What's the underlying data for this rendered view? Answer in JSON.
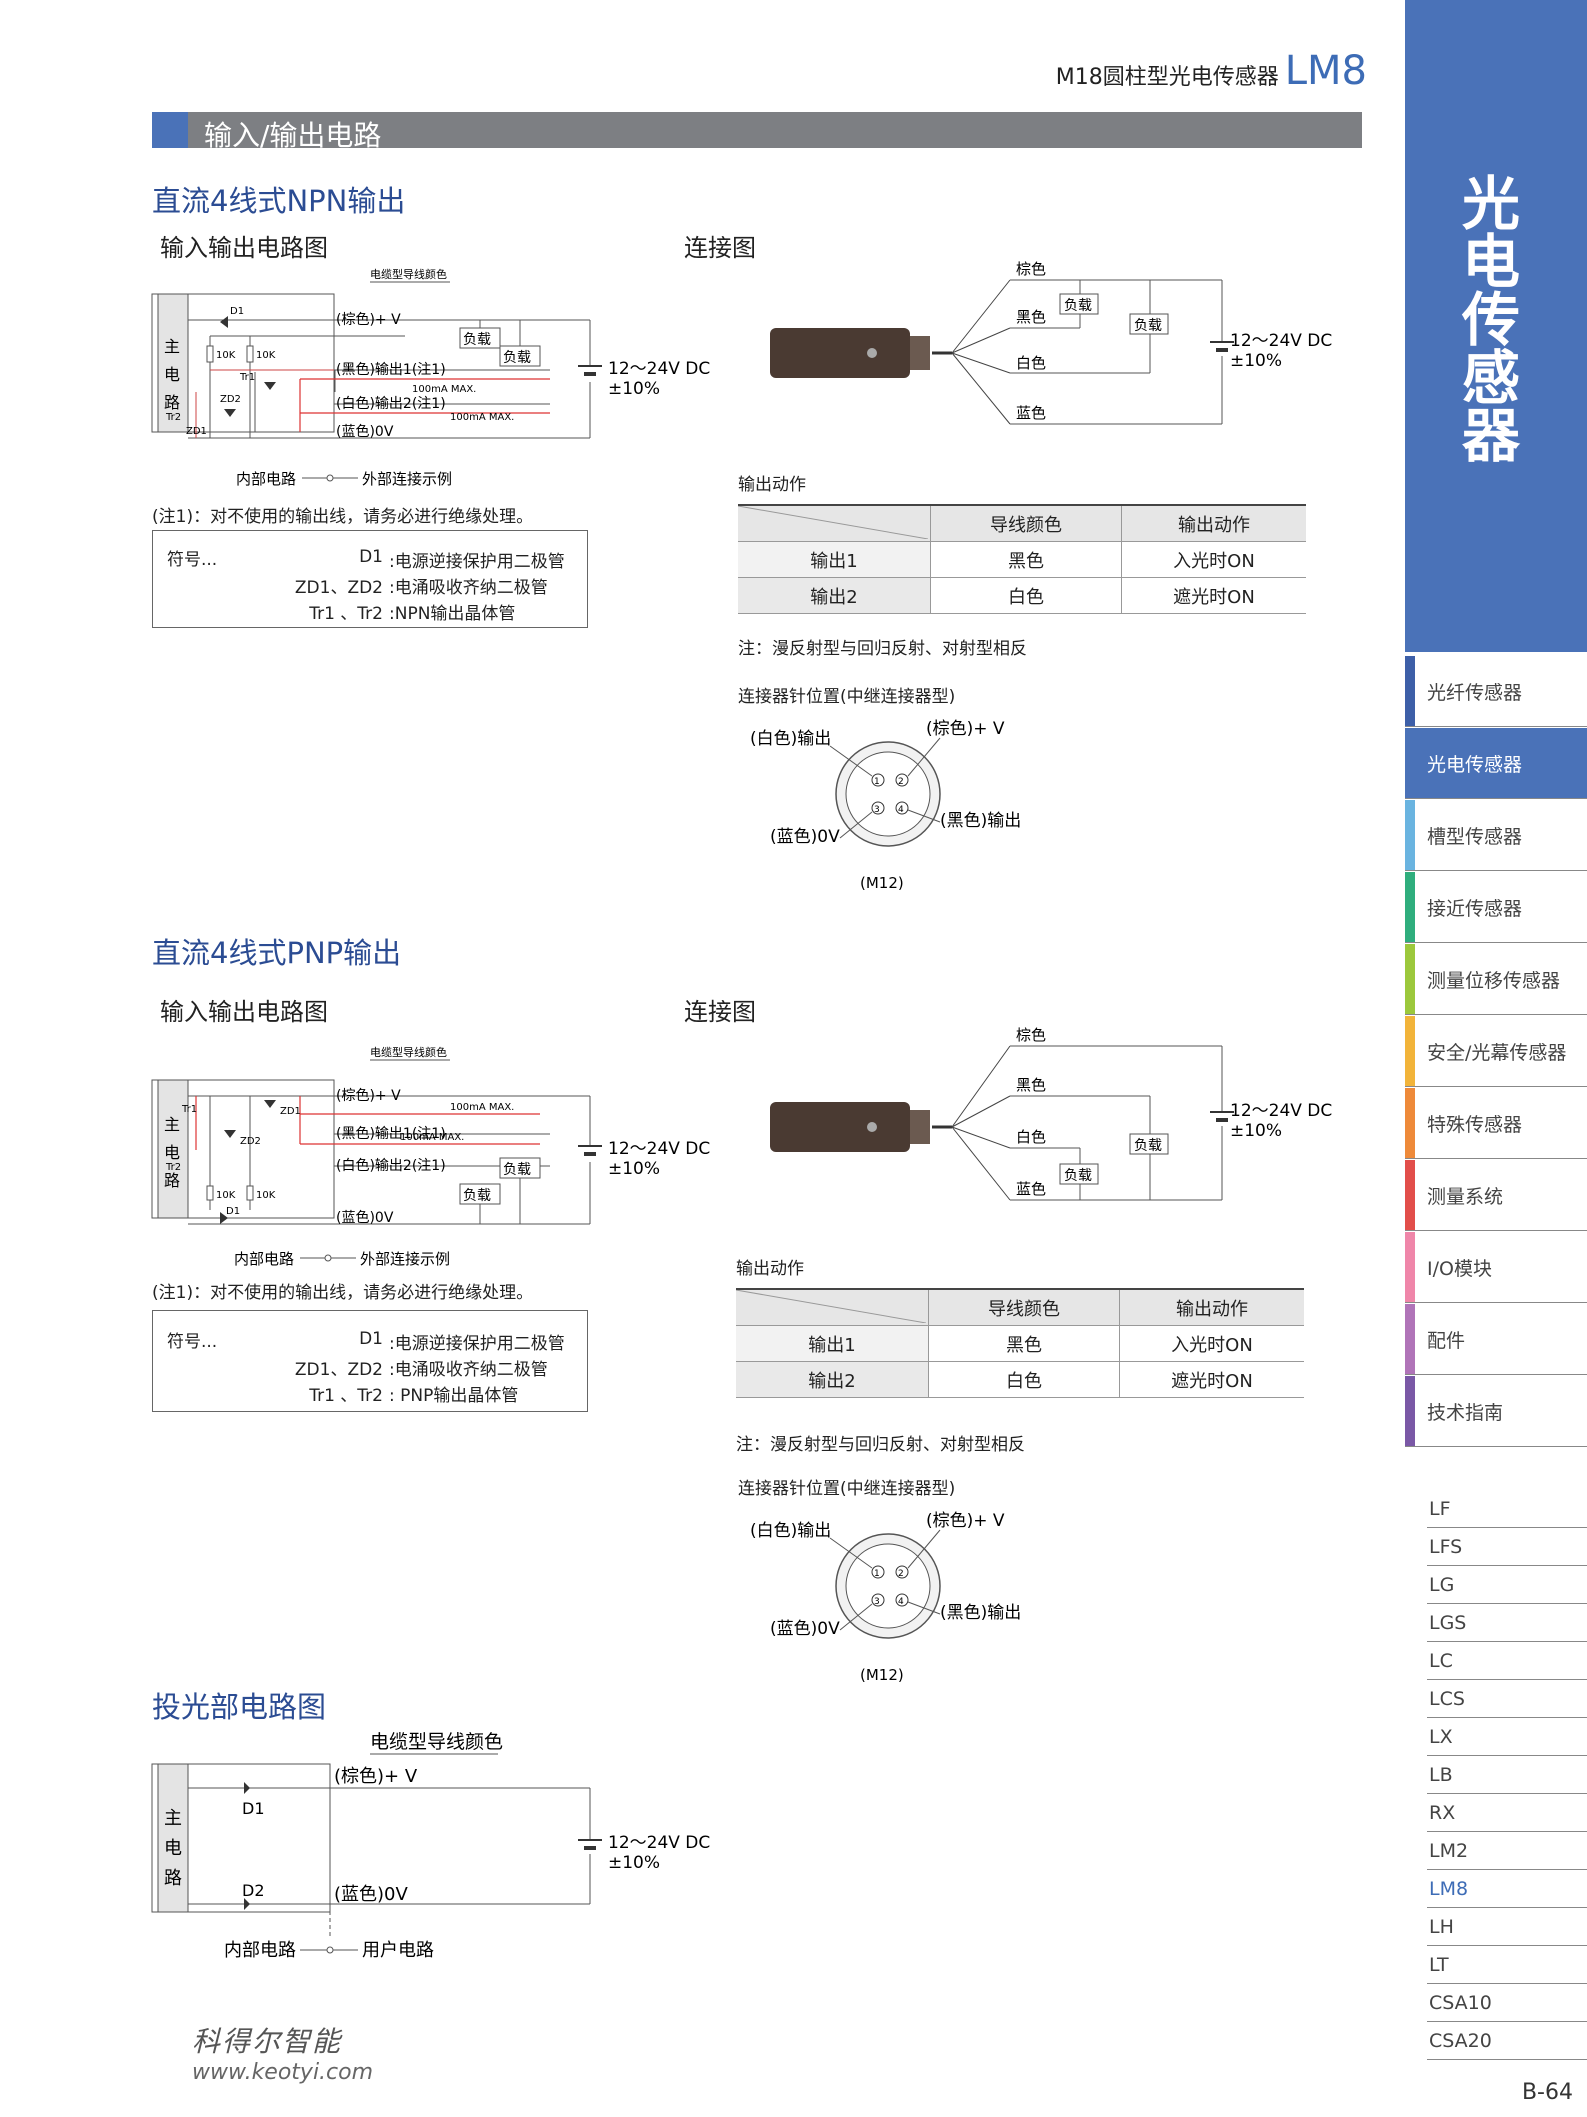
{
  "header": {
    "title_prefix": "M18圆柱型光电传感器",
    "title_model": "LM8"
  },
  "section": {
    "title": "输入/输出电路"
  },
  "npn": {
    "heading": "直流4线式NPN输出",
    "circuit_label": "输入输出电路图",
    "connection_label": "连接图",
    "circuit": {
      "cable_color_note": "电缆型导线颜色",
      "main": [
        "主",
        "电",
        "路"
      ],
      "brown": "(棕色)+ V",
      "black": "(黑色)输出1(注1)",
      "white": "(白色)输出2(注1)",
      "blue": "(蓝色)0V",
      "load": "负载",
      "ma1": "100mA MAX.",
      "ma2": "100mA MAX.",
      "supply_v": "12～24V DC",
      "supply_tol": "±10%",
      "d1": "D1",
      "zd1": "ZD1",
      "zd2": "ZD2",
      "tr1": "Tr1",
      "tr2": "Tr2",
      "r": "10K",
      "internal": "内部电路",
      "external": "外部连接示例"
    },
    "note1": "(注1)：对不使用的输出线，请务必进行绝缘处理。",
    "symbols": {
      "head": "符号...",
      "rows": [
        {
          "k": "D1",
          "v": ":电源逆接保护用二极管"
        },
        {
          "k": "ZD1、ZD2",
          "v": ":电涌吸收齐纳二极管"
        },
        {
          "k": "Tr1 、Tr2",
          "v": ":NPN输出晶体管"
        }
      ]
    },
    "connection": {
      "brown": "棕色",
      "black": "黑色",
      "white": "白色",
      "blue": "蓝色",
      "load": "负载",
      "supply_v": "12～24V DC",
      "supply_tol": "±10%"
    },
    "output_action": {
      "title": "输出动作",
      "headers": [
        "导线颜色",
        "输出动作"
      ],
      "rows": [
        [
          "输出1",
          "黑色",
          "入光时ON"
        ],
        [
          "输出2",
          "白色",
          "遮光时ON"
        ]
      ]
    },
    "note2": "注：漫反射型与回归反射、对射型相反",
    "connector_title": "连接器针位置(中继连接器型)",
    "connector": {
      "white": "(白色)输出",
      "brown": "(棕色)+ V",
      "black": "(黑色)输出",
      "blue": "(蓝色)0V",
      "pins": [
        "1",
        "2",
        "3",
        "4"
      ],
      "type": "(M12)"
    }
  },
  "pnp": {
    "heading": "直流4线式PNP输出",
    "circuit_label": "输入输出电路图",
    "connection_label": "连接图",
    "circuit": {
      "cable_color_note": "电缆型导线颜色",
      "main": [
        "主",
        "电",
        "路"
      ],
      "brown": "(棕色)+ V",
      "black": "(黑色)输出1(注1)",
      "white": "(白色)输出2(注1)",
      "blue": "(蓝色)0V",
      "load": "负载",
      "ma1": "100mA MAX.",
      "ma2": "100mA MAX.",
      "supply_v": "12～24V DC",
      "supply_tol": "±10%",
      "d1": "D1",
      "zd1": "ZD1",
      "zd2": "ZD2",
      "tr1": "Tr1",
      "tr2": "Tr2",
      "r": "10K",
      "internal": "内部电路",
      "external": "外部连接示例"
    },
    "note1": "(注1)：对不使用的输出线，请务必进行绝缘处理。",
    "symbols": {
      "head": "符号...",
      "rows": [
        {
          "k": "D1",
          "v": ":电源逆接保护用二极管"
        },
        {
          "k": "ZD1、ZD2",
          "v": ":电涌吸收齐纳二极管"
        },
        {
          "k": "Tr1 、Tr2",
          "v": ": PNP输出晶体管"
        }
      ]
    },
    "connection": {
      "brown": "棕色",
      "black": "黑色",
      "white": "白色",
      "blue": "蓝色",
      "load": "负载",
      "supply_v": "12～24V DC",
      "supply_tol": "±10%"
    },
    "output_action": {
      "title": "输出动作",
      "headers": [
        "导线颜色",
        "输出动作"
      ],
      "rows": [
        [
          "输出1",
          "黑色",
          "入光时ON"
        ],
        [
          "输出2",
          "白色",
          "遮光时ON"
        ]
      ]
    },
    "note2": "注：漫反射型与回归反射、对射型相反",
    "connector_title": "连接器针位置(中继连接器型)",
    "connector": {
      "white": "(白色)输出",
      "brown": "(棕色)+ V",
      "black": "(黑色)输出",
      "blue": "(蓝色)0V",
      "pins": [
        "1",
        "2",
        "3",
        "4"
      ],
      "type": "(M12)"
    }
  },
  "emitter": {
    "heading": "投光部电路图",
    "cable_color_note": "电缆型导线颜色",
    "main": [
      "主",
      "电",
      "路"
    ],
    "brown": "(棕色)+ V",
    "blue": "(蓝色)0V",
    "d1": "D1",
    "d2": "D2",
    "supply_v": "12～24V DC",
    "supply_tol": "±10%",
    "internal": "内部电路",
    "external": "用户电路"
  },
  "sidebar": {
    "title": [
      "光",
      "电",
      "传",
      "感",
      "器"
    ],
    "categories": [
      {
        "label": "光纤传感器",
        "color": "#3d5fa8"
      },
      {
        "label": "光电传感器",
        "color": "#4a72b8",
        "active": true
      },
      {
        "label": "槽型传感器",
        "color": "#6ab4e0"
      },
      {
        "label": "接近传感器",
        "color": "#2fae7d"
      },
      {
        "label": "测量位移传感器",
        "color": "#9cc83c"
      },
      {
        "label": "安全/光幕传感器",
        "color": "#f2b43a"
      },
      {
        "label": "特殊传感器",
        "color": "#ee8a3a"
      },
      {
        "label": "测量系统",
        "color": "#e24e4a"
      },
      {
        "label": "I/O模块",
        "color": "#ef86a9"
      },
      {
        "label": "配件",
        "color": "#b074b8"
      },
      {
        "label": "技术指南",
        "color": "#7a58a6"
      }
    ],
    "models": [
      "LF",
      "LFS",
      "LG",
      "LGS",
      "LC",
      "LCS",
      "LX",
      "LB",
      "RX",
      "LM2",
      "LM8",
      "LH",
      "LT",
      "CSA10",
      "CSA20"
    ],
    "active_model": "LM8"
  },
  "watermark": {
    "line1": "科得尔智能",
    "line2": "www.keotyi.com"
  },
  "page_number": "B-64"
}
